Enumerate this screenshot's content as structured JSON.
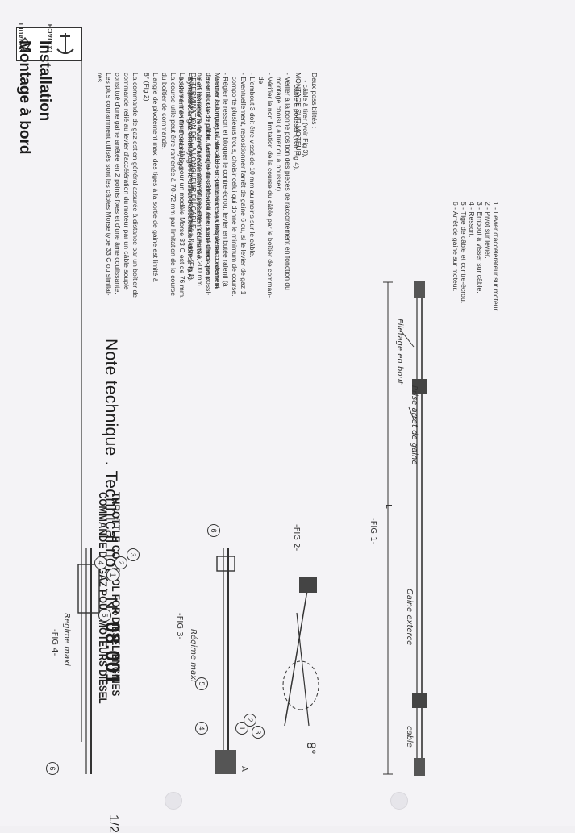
{
  "logo": {
    "line1": "RENAULT",
    "line2": "COUACH"
  },
  "header": {
    "left_title": "Montage à bord",
    "left_subtitle": "Installation",
    "main_title_prefix": "Note technique . Technical note . N°",
    "note_number": "08.001",
    "page": "1/2"
  },
  "subtitle": {
    "fr": "COMMANDE DE GAZ POUR MOTEURS DIESEL",
    "en": "THROTTLE CONTROL FOR DIESEL ENGINES"
  },
  "intro": "La commande de gaz est en général assurée à distance par un boîtier de\ncommande relié au levier d'accélération du moteur par un câble souple\nconstitué d'une gaine arrêtée en 2 points fixes et d'une âme coulissante.\nLes plus couramment utilisés sont les câbles Morse type 33 C ou similai-\nres.",
  "section1": {
    "heading": "DETERMINATION DE LA LONGUEUR DU CABLE",
    "body": "Mesurer la longueur L du câble en partant des points de raccordement\ndes embouts de câble. Le trajet du câble doit être aussi direct que possi-\nble et les rayons de courbure ne doivent pas être inférieurs à 200 mm.\nLa longueur L d'un câble se mesure d'une extrémité à l'autre (Fig 1).\nLa course maximum du câble, pour un modèle Morse 33 C est de 76 mm.\nLa course utile peut être ramenée à 70-72 mm par limitation de la course\ndu boîtier de commande.\nL'angle de pivotement maxi des tiges à la sortie de gaine est limité à\n8° (Fig 2)."
  },
  "section2": {
    "heading": "MONTAGE SUR MOTEUR",
    "body": "Deux possibilités :\n    - câble à tirer (voir Fig 3),\n    - câble à pousser (voir Fig 4).\n- Veiller à la bonne position des pièces de raccordement en fonction du\n  montage choisi ( à tirer ou à pousser).\n- Vérifier la non limitation de la course du câble par le boîtier de comman-\n  de.\n- L'embout 3 doit être vissé de 10 mm au moins sur le câble.\n- Eventuellement, repositionner l'arrêt de gaine 6 ou, si le levier de gaz 1\n  comporte plusieurs trous, choisir celui qui donne le minimum de course.\n- Régler le ressort et bloquer le contre-écrou, levier en butée ralenti (à\n  vérifier à la main) la côte A = 2 à 3 mm soit bien respectée. Lors de la\n  mise au ralenti par le boîtier, le ressort aura ainsi toute liberté pour\n  bien ramener le levier d'accélération à la position souhaitée.\n- Synchroniser gaz-embrayage : le début d'accélération doit se faire\n  seulement en fin d'embrayage."
  },
  "legend": "1 - Levier d'accélérateur sur moteur.\n2 - Pivot sur levier.\n3 - Embout à visser sur câble.\n4 - Ressort.\n5 - Tige de câble et contre-écrou.\n6 - Arrêt de gaine sur moteur.",
  "fig1": {
    "caption": "-FIG 1-",
    "label_cable": "cable",
    "label_gaine": "Gaine exterce",
    "label_prise": "Prise arret de gaine",
    "label_filetage": "Filetage en bout",
    "dim": "L"
  },
  "fig2": {
    "caption": "-FIG 2-",
    "angle": "8°"
  },
  "fig3": {
    "caption": "-FIG 3-",
    "regime": "Régime maxi",
    "dim": "A",
    "callouts": [
      "1",
      "2",
      "3",
      "4",
      "5",
      "6"
    ]
  },
  "fig4": {
    "caption": "-FIG 4-",
    "regime": "Regime maxi",
    "callouts": [
      "1",
      "2",
      "3",
      "4",
      "5",
      "6"
    ]
  }
}
